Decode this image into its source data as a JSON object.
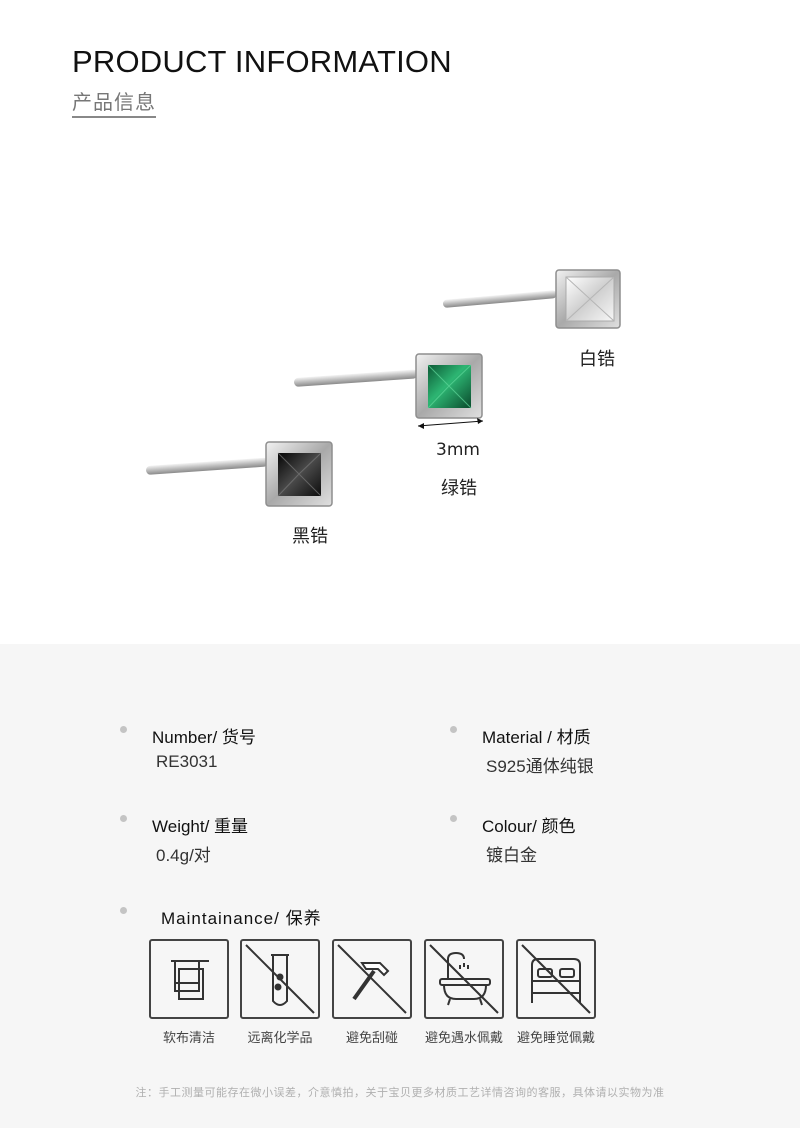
{
  "header": {
    "title_en": "PRODUCT INFORMATION",
    "title_zh": "产品信息"
  },
  "product_photo": {
    "labels": {
      "white": "白锆",
      "green": "绿锆",
      "black": "黑锆"
    },
    "dimension": "3mm",
    "colors": {
      "green_stone": "#1e8a55",
      "black_stone": "#1a1a1a",
      "white_stone": "#eeeeee",
      "silver": "#c8c8c8"
    }
  },
  "specs": {
    "number_title": "Number/ 货号",
    "number_value": "RE3031",
    "material_title": "Material / 材质",
    "material_value": "S925通体纯银",
    "weight_title": "Weight/ 重量",
    "weight_value": "0.4g/对",
    "colour_title": "Colour/ 颜色",
    "colour_value": "镀白金"
  },
  "maintenance": {
    "title": "Maintainance/ 保养",
    "items": [
      {
        "icon": "towel-icon",
        "label": "软布清洁"
      },
      {
        "icon": "no-chemicals-icon",
        "label": "远离化学品"
      },
      {
        "icon": "no-hammer-icon",
        "label": "避免刮碰"
      },
      {
        "icon": "no-bath-icon",
        "label": "避免遇水佩戴"
      },
      {
        "icon": "no-bed-icon",
        "label": "避免睡觉佩戴"
      }
    ]
  },
  "footnote": "注：手工测量可能存在微小误差，介意慎拍，关于宝贝更多材质工艺详情咨询的客服，具体请以实物为准"
}
